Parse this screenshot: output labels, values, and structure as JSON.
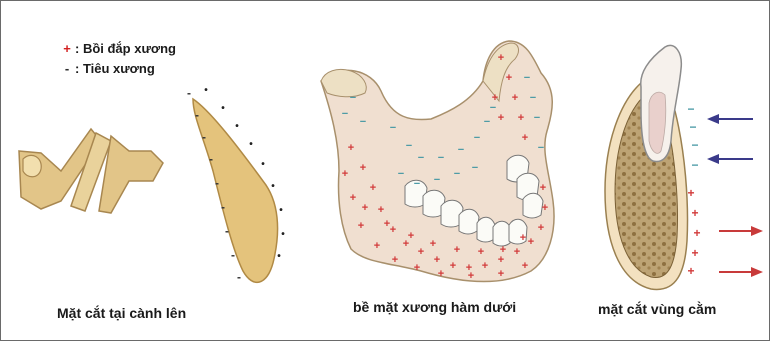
{
  "legend": {
    "plus_symbol": "+",
    "plus_label": ": Bồi đắp xương",
    "minus_symbol": "-",
    "minus_label": ": Tiêu xương"
  },
  "captions": {
    "left": "Mặt cắt tại cành lên",
    "middle": "bề mặt xương hàm dưới",
    "right": "mặt cắt vùng cằm"
  },
  "colors": {
    "bone": "#e8cf98",
    "bone_edge": "#a88750",
    "mandible_fill": "#f0dfd0",
    "resorption": "#4a9aa6",
    "deposition": "#d23a3a",
    "arrow_blue": "#3a3a8a",
    "arrow_red": "#c83a3a",
    "spongy": "#a68a55"
  }
}
